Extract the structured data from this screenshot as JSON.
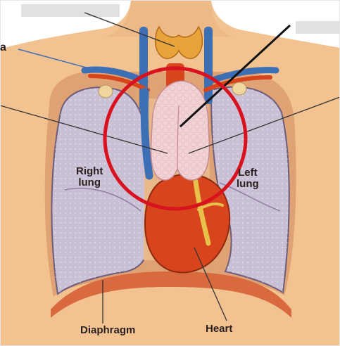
{
  "labels": {
    "right_lung_line1": "Right",
    "right_lung_line2": "lung",
    "left_lung_line1": "Left",
    "left_lung_line2": "lung",
    "diaphragm": "Diaphragm",
    "heart": "Heart",
    "partial_left_label": "a"
  },
  "colors": {
    "skin": "#f2c391",
    "lung": "#c9c0d6",
    "heart": "#d8441c",
    "thymus": "#f1d2d5",
    "highlight_circle": "#d8121f",
    "vessel_blue": "#3d6fb5",
    "vessel_red": "#d8441c"
  }
}
